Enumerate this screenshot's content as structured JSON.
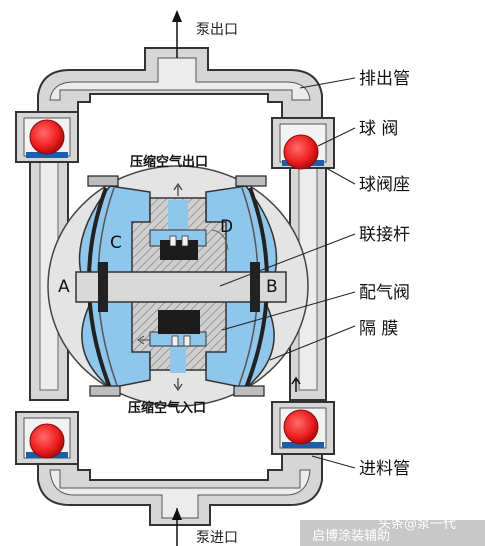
{
  "labels": {
    "pump_outlet": "泵出口",
    "pump_inlet": "泵进口",
    "discharge_pipe": "排出管",
    "ball_valve": "球 阀",
    "ball_valve_seat": "球阀座",
    "connecting_rod": "联接杆",
    "air_distribution_valve": "配气阀",
    "diaphragm": "隔 膜",
    "feed_pipe": "进料管",
    "compressed_air_outlet": "压缩空气出口",
    "compressed_air_inlet": "压缩空气入口",
    "chamber_a": "A",
    "chamber_b": "B",
    "chamber_c": "C",
    "chamber_d": "D"
  },
  "watermark": {
    "left": "启博涂装辅助",
    "right": "头条@泵一代"
  },
  "colors": {
    "body_fill": "#d6d6d6",
    "fluid": "#8ec6ec",
    "ball": "#ee1f1f",
    "seat": "#1a5fa8",
    "metal_dark": "#222222"
  }
}
